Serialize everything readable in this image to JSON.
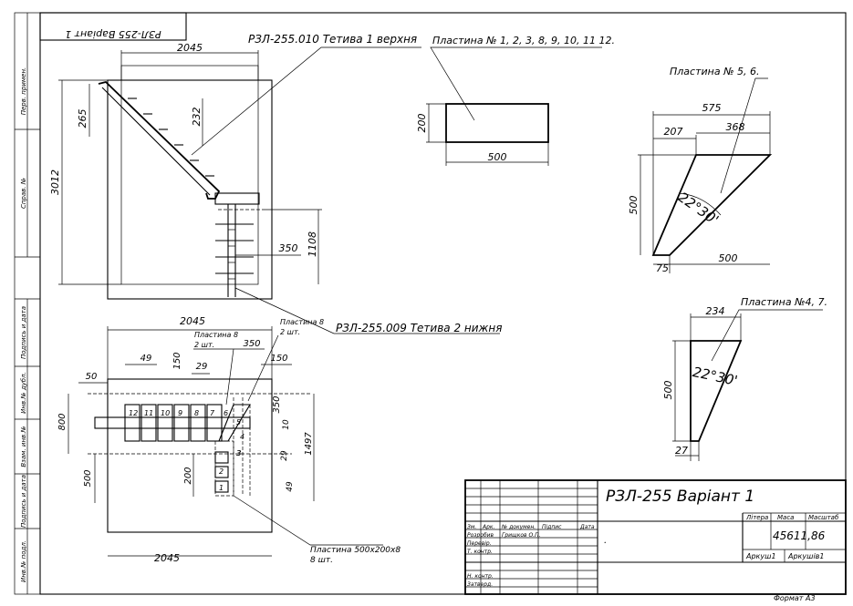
{
  "stamp_top": "РЗЛ-255 Варіант 1",
  "side_labels": [
    "Перв. примен.",
    "Справ. №",
    "Подпись и дата",
    "Инв.№ дубл.",
    "Взам. инв.№",
    "Подпись и дата",
    "Инв.№ подл."
  ],
  "views": {
    "side_view": {
      "label_top_stringer": "РЗЛ-255.010 Тетива 1 верхня",
      "label_bottom_stringer": "РЗЛ-255.009 Тетива 2 нижня",
      "dims": {
        "width": "2045",
        "height": "3012",
        "offset": "265",
        "step": "232",
        "lower": "1108",
        "gap": "350"
      }
    },
    "plan_view": {
      "dims": {
        "width_top": "2045",
        "width_bottom": "2045",
        "d49": "49",
        "d150a": "150",
        "d29a": "29",
        "d350a": "350",
        "d150b": "150",
        "d50": "50",
        "d800": "800",
        "d500": "500",
        "d200": "200",
        "d1497": "1497",
        "d10": "10",
        "d350b": "350",
        "d29b": "29",
        "d3": "3",
        "d49b": "49"
      },
      "plate_numbers": [
        "12",
        "11",
        "10",
        "9",
        "8",
        "7",
        "6",
        "5",
        "4",
        "3",
        "2",
        "1"
      ],
      "note_plate8_a": "Пластина 8 2 шт.",
      "note_plate8_b": "Пластина 8 2 шт.",
      "note_plate_500": "Пластина 500х200х8 8 шт."
    },
    "plate_rect": {
      "label": "Пластина № 1, 2, 3, 8, 9, 10, 11 12.",
      "w": "500",
      "h": "200"
    },
    "plate_56": {
      "label": "Пластина № 5, 6.",
      "d575": "575",
      "d207": "207",
      "d368": "368",
      "d500h": "500",
      "d500w": "500",
      "d75": "75",
      "angle": "22°30'"
    },
    "plate_47": {
      "label": "Пластина №4, 7.",
      "d234": "234",
      "d500": "500",
      "d27": "27",
      "angle": "22°30'"
    }
  },
  "title_block": {
    "designation": "РЗЛ-255 Варіант 1",
    "litera": "Літера",
    "mass_label": "Маса",
    "scale_label": "Масштаб",
    "mass_value": "45611,86",
    "sheet": "Аркуш1",
    "sheets": "Аркушів1",
    "format": "Формат А3",
    "rows": [
      "Зм.",
      "Арк.",
      "№ докумен.",
      "Підпис",
      "Дата"
    ],
    "roles": [
      "Розробив",
      "Перевір.",
      "Т. контр.",
      "Н. контр.",
      "Затверд."
    ],
    "developer": "Грищков О.П.",
    "dot": "."
  }
}
